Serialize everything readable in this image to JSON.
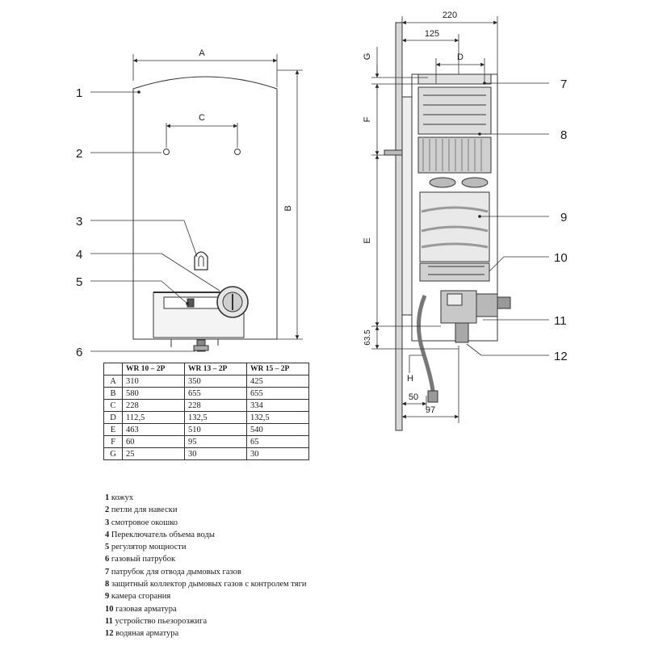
{
  "callouts": [
    "1",
    "2",
    "3",
    "4",
    "5",
    "6",
    "7",
    "8",
    "9",
    "10",
    "11",
    "12"
  ],
  "dimensions": {
    "front": {
      "a": "A",
      "b": "B",
      "c": "C"
    },
    "side": {
      "w220": "220",
      "w125": "125",
      "d": "D",
      "g": "G",
      "f": "F",
      "e": "E",
      "h635": "63.5",
      "h": "H",
      "w50": "50",
      "w97": "97"
    }
  },
  "table": {
    "headers": [
      "",
      "WR 10 – 2P",
      "WR 13 – 2P",
      "WR 15 – 2P"
    ],
    "rows": [
      [
        "A",
        "310",
        "350",
        "425"
      ],
      [
        "B",
        "580",
        "655",
        "655"
      ],
      [
        "C",
        "228",
        "228",
        "334"
      ],
      [
        "D",
        "112,5",
        "132,5",
        "132,5"
      ],
      [
        "E",
        "463",
        "510",
        "540"
      ],
      [
        "F",
        "60",
        "95",
        "65"
      ],
      [
        "G",
        "25",
        "30",
        "30"
      ]
    ]
  },
  "legend": [
    {
      "num": "1",
      "text": "кожух"
    },
    {
      "num": "2",
      "text": "петли для навески"
    },
    {
      "num": "3",
      "text": "смотровое окошко"
    },
    {
      "num": "4",
      "text": "Переключатель объема воды"
    },
    {
      "num": "5",
      "text": "регулятор мощности"
    },
    {
      "num": "6",
      "text": "газовый патрубок"
    },
    {
      "num": "7",
      "text": "патрубок для отвода дымовых газов"
    },
    {
      "num": "8",
      "text": "защитный коллектор дымовых газов с контролем тяги"
    },
    {
      "num": "9",
      "text": "камера сгорания"
    },
    {
      "num": "10",
      "text": "газовая арматура"
    },
    {
      "num": "11",
      "text": "устройство пьезорозжига"
    },
    {
      "num": "12",
      "text": "водяная арматура"
    }
  ]
}
